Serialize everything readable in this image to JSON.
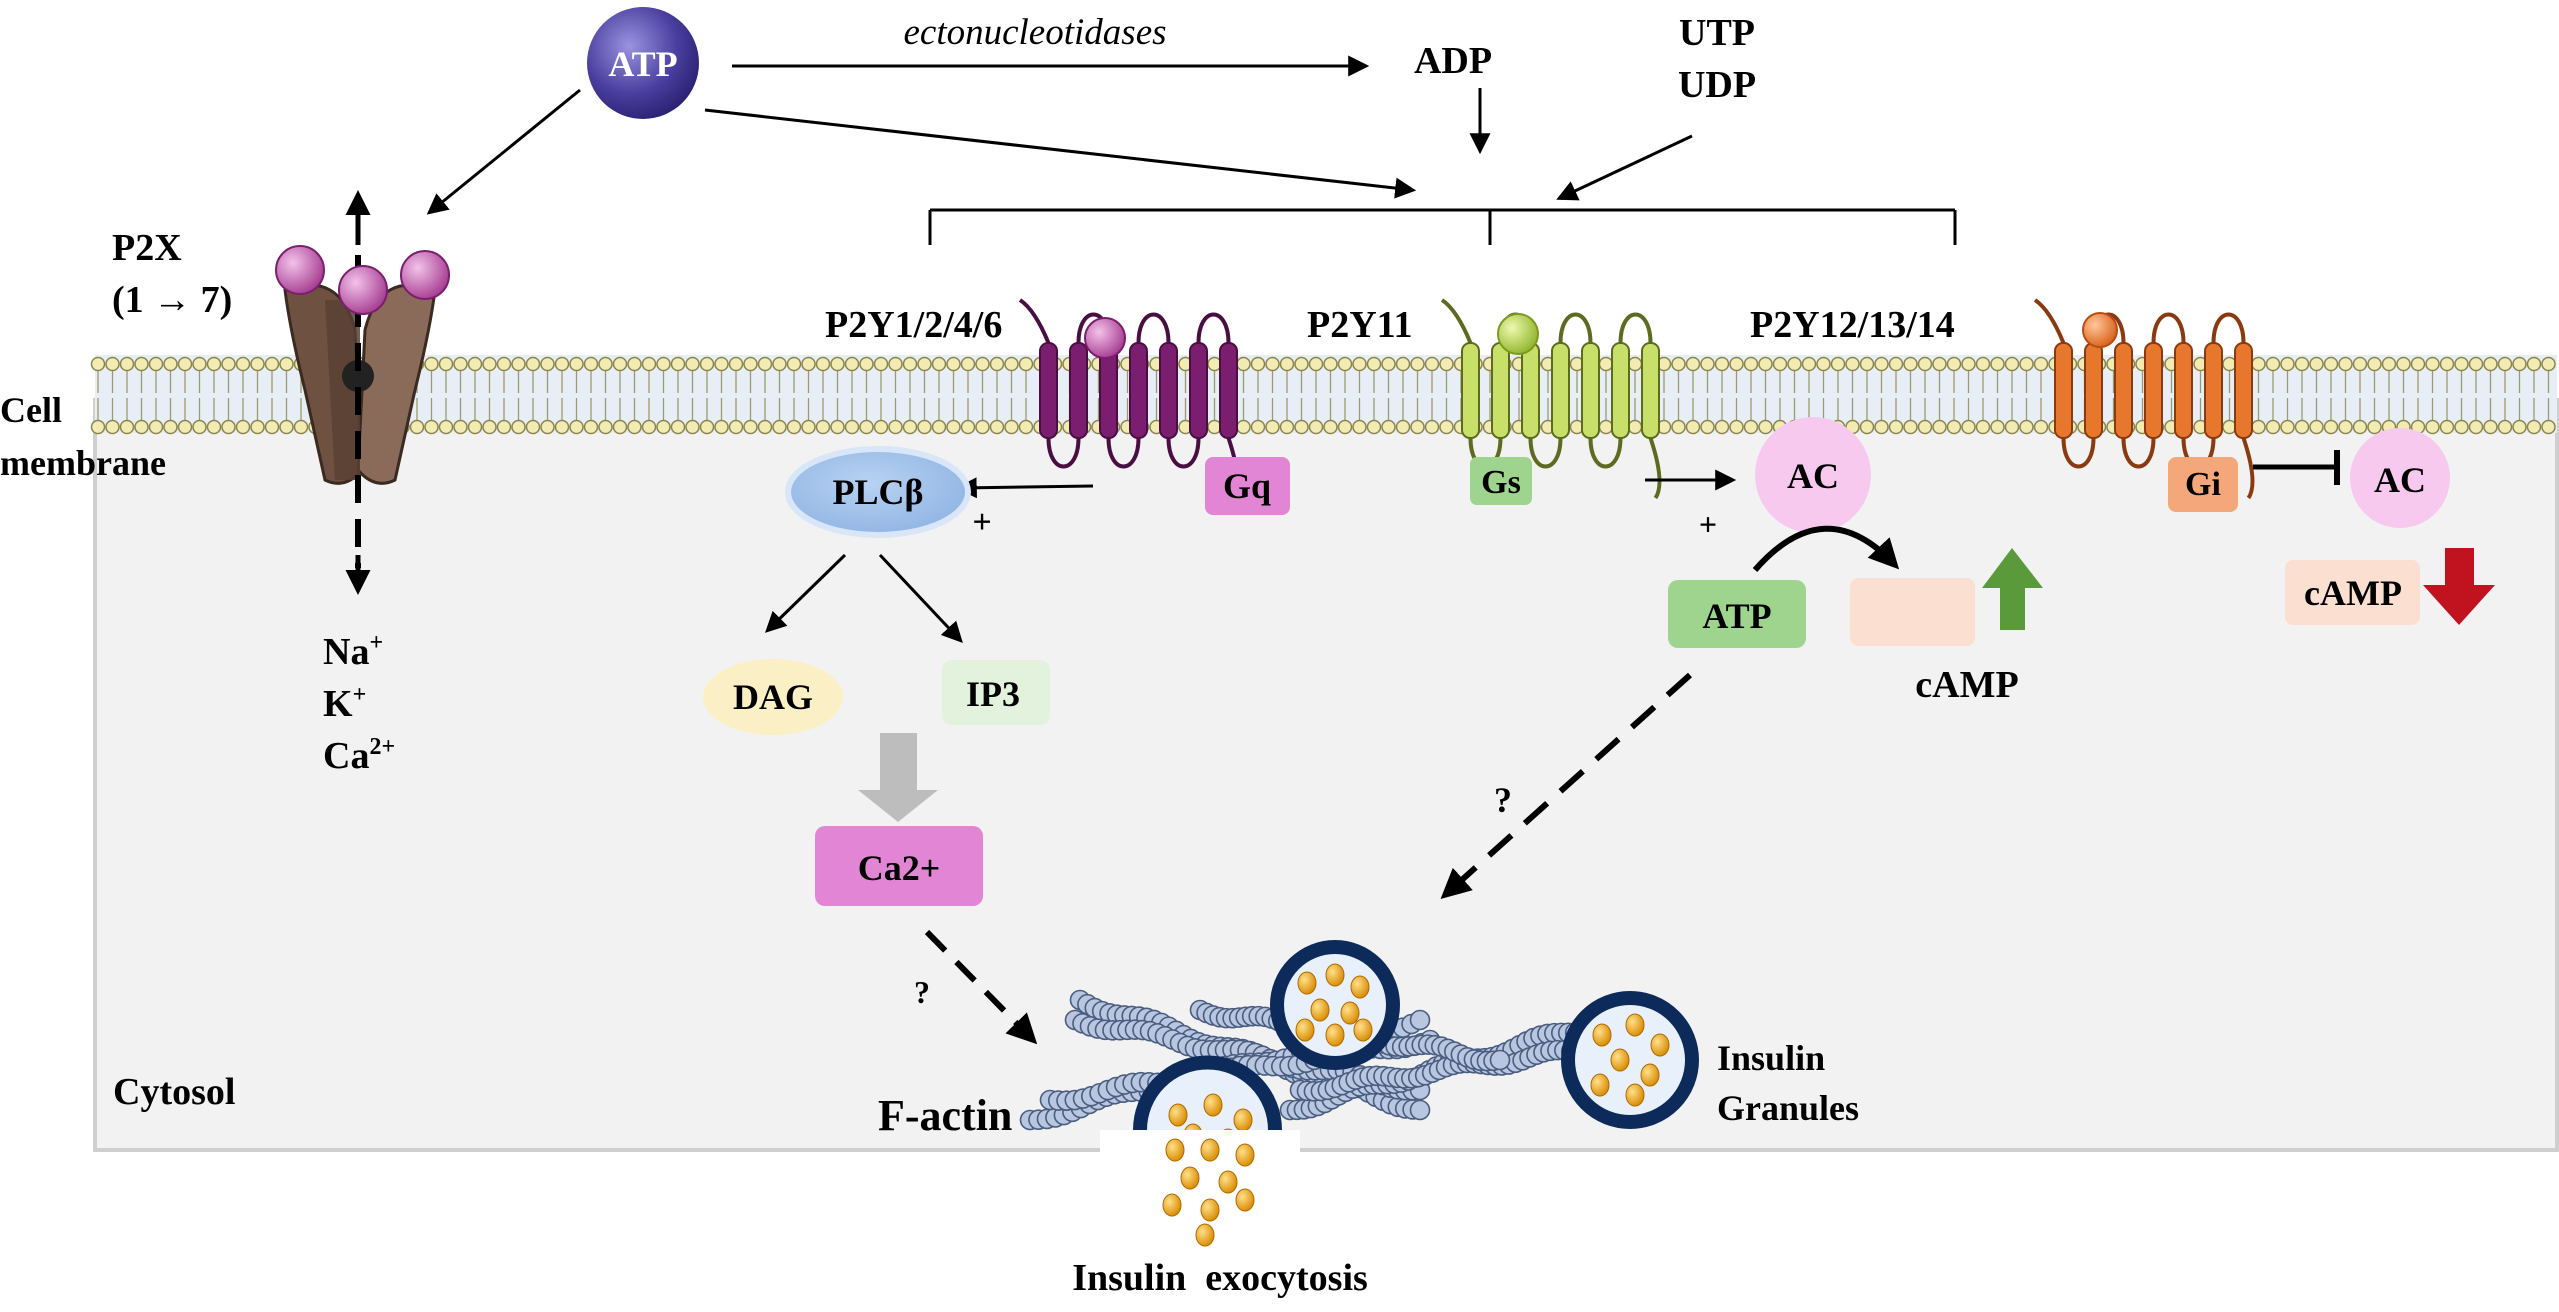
{
  "extracellular": {
    "atp_ball_label": "ATP",
    "enzyme_label": "ectonucleotidases",
    "adp_label": "ADP",
    "utp_label": "UTP",
    "udp_label": "UDP"
  },
  "membrane": {
    "label_line1": "Cell",
    "label_line2": "membrane"
  },
  "p2x": {
    "label_line1": "P2X",
    "label_line2": "(1 → 7)",
    "ion_na": "Na",
    "ion_na_sup": "+",
    "ion_k": "K",
    "ion_k_sup": "+",
    "ion_ca": "Ca",
    "ion_ca_sup": "2+"
  },
  "p2y_gq": {
    "receptor_label": "P2Y1/2/4/6",
    "gprotein_label": "Gq",
    "plc_label": "PLCβ",
    "plus_label": "+",
    "dag_label": "DAG",
    "ip3_label": "IP3",
    "ca_label": "Ca2+",
    "question_label": "?"
  },
  "p2y_gs": {
    "receptor_label": "P2Y11",
    "gprotein_label": "Gs",
    "plus_label": "+",
    "ac_label": "AC",
    "atp_label": "ATP",
    "camp_label": "cAMP",
    "question_label": "?"
  },
  "p2y_gi": {
    "receptor_label": "P2Y12/13/14",
    "gprotein_label": "Gi",
    "ac_label": "AC",
    "camp_label": "cAMP"
  },
  "cytosol": {
    "cytosol_label": "Cytosol",
    "factin_label": "F-actin",
    "granules_line1": "Insulin",
    "granules_line2": "Granules",
    "exocytosis_label": "Insulin  exocytosis"
  },
  "colors": {
    "atp_ball": "#4a3f9f",
    "gq_receptor": "#7b1e6f",
    "gs_receptor": "#c8e06a",
    "gi_receptor": "#e8772e",
    "p2x_channel": "#7a5a48",
    "agonist": "#c95bb0",
    "plc": "#a9c8ec",
    "dag": "#fbefc6",
    "ip3": "#e3f2dc",
    "ca_box": "#e285d4",
    "gs_box": "#9fd48e",
    "gi_box": "#f4a77a",
    "ac_circle": "#f7c9ef",
    "camp_box": "#fbe0d2",
    "up_arrow": "#5a9a3a",
    "down_arrow": "#c1121f",
    "granule": "#0c2a5a",
    "insulin_dot": "#f0a820"
  }
}
